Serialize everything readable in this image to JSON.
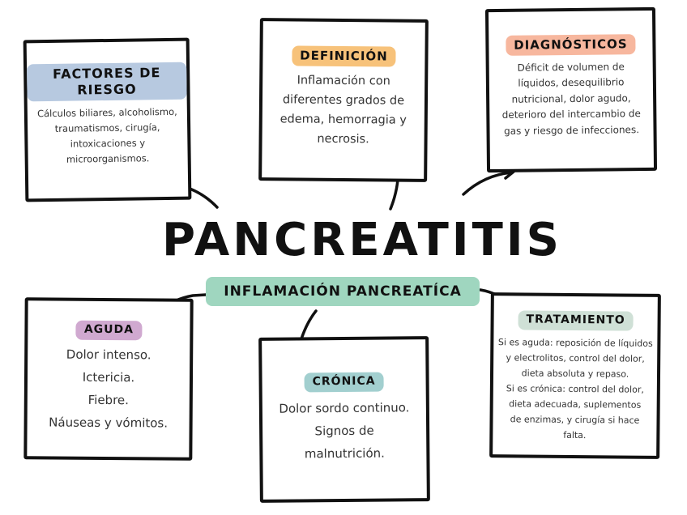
{
  "title": "PANCREATITIS",
  "subtitle": "Inflamación Pancreatíca",
  "colors": {
    "factores_de_riesgo": "#b7c9e0",
    "definicion": "#f7c27a",
    "diagnosticos": "#f7b79e",
    "aguda": "#d0a9d0",
    "cronica": "#a2cfcf",
    "tratamiento": "#cfe0d6",
    "subtitle": "#9fd6bf",
    "border": "#111111"
  },
  "nodes": {
    "factores_de_riesgo": {
      "label": "Factores de riesgo",
      "text": "Cálculos biliares, alcoholismo, traumatismos, cirugía, intoxicaciones y microorganismos."
    },
    "definicion": {
      "label": "Definición",
      "text": "Inflamación con diferentes grados de edema, hemorragia y necrosis."
    },
    "diagnosticos": {
      "label": "Diagnósticos",
      "text": "Déficit de volumen de líquidos, desequilibrio nutricional, dolor agudo, deterioro del intercambio de gas y riesgo de infecciones."
    },
    "aguda": {
      "label": "Aguda",
      "lines": [
        "Dolor intenso.",
        "Ictericia.",
        "Fiebre.",
        "Náuseas y vómitos."
      ]
    },
    "cronica": {
      "label": "Crónica",
      "lines": [
        "Dolor sordo continuo.",
        "Signos de malnutrición."
      ]
    },
    "tratamiento": {
      "label": "Tratamiento",
      "text_aguda": "Si es aguda: reposición de líquidos y electrolitos, control del dolor, dieta absoluta y repaso.",
      "text_cronica": "Si es crónica: control del dolor, dieta adecuada, suplementos de enzimas, y cirugía si hace falta."
    }
  }
}
